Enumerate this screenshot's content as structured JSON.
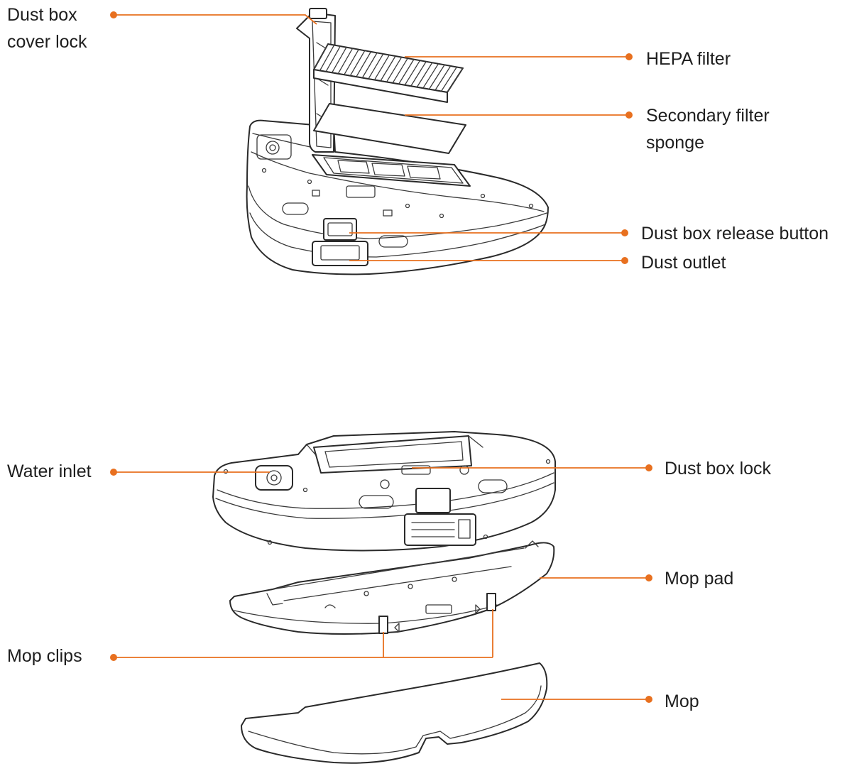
{
  "colors": {
    "accent": "#e8701f",
    "line_art": "#2a2a2a",
    "text": "#1e1e1e",
    "background": "#ffffff"
  },
  "dust_box_labels": {
    "cover_lock": [
      "Dust box",
      "cover lock"
    ],
    "hepa_filter": "HEPA filter",
    "secondary_filter": [
      "Secondary filter",
      "sponge"
    ],
    "release_button": "Dust box release button",
    "dust_outlet": "Dust outlet"
  },
  "water_tank_labels": {
    "water_inlet": "Water inlet",
    "dust_box_lock": "Dust box lock",
    "mop_pad": "Mop pad",
    "mop_clips": "Mop clips",
    "mop": "Mop"
  }
}
